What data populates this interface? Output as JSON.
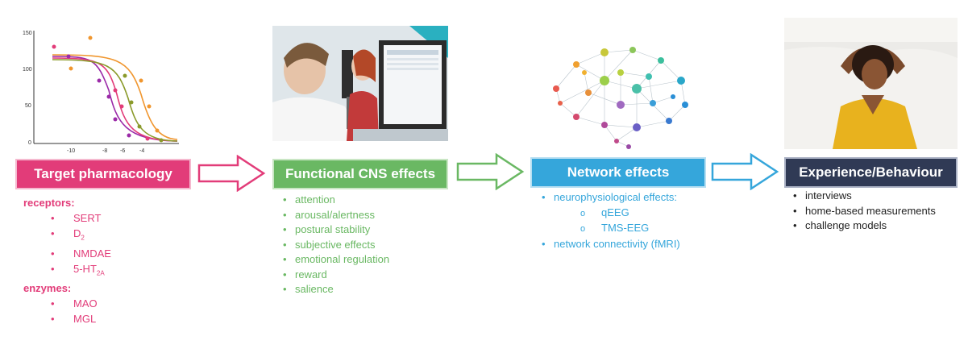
{
  "stages": {
    "pharmacology": {
      "title": "Target pharmacology",
      "receptors_heading": "receptors:",
      "receptors": [
        "SERT",
        "D",
        "NMDAE",
        "5-HT"
      ],
      "d2_sub": "2",
      "ht_sub": "2A",
      "enzymes_heading": "enzymes:",
      "enzymes": [
        "MAO",
        "MGL"
      ],
      "color": "#e23c79"
    },
    "cns": {
      "title": "Functional CNS effects",
      "items": [
        "attention",
        "arousal/alertness",
        "postural stability",
        "subjective effects",
        "emotional regulation",
        "reward",
        "salience"
      ],
      "color": "#6ab863"
    },
    "network": {
      "title": "Network effects",
      "item1": "neurophysiological effects:",
      "sub": [
        "qEEG",
        "TMS-EEG"
      ],
      "item2": "network connectivity (fMRI)",
      "color": "#35a6db"
    },
    "experience": {
      "title": "Experience/Behaviour",
      "items": [
        "interviews",
        "home-based measurements",
        "challenge models"
      ],
      "color": "#303a55"
    }
  },
  "curve_chart": {
    "y_ticks": [
      "150",
      "100",
      "50",
      "0"
    ],
    "x_ticks": [
      "-10",
      "-8",
      "-6",
      "-4"
    ]
  },
  "bullets": {
    "dot": "•",
    "circle": "o"
  }
}
